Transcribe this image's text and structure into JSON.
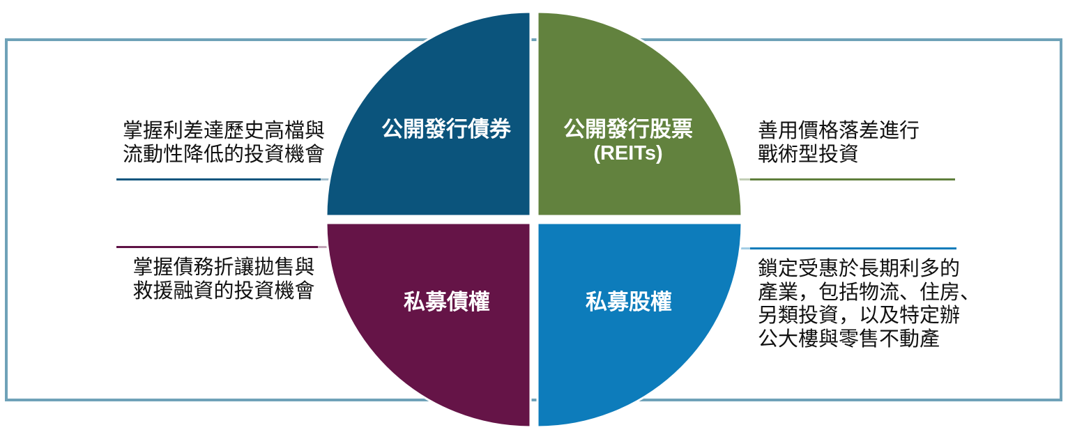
{
  "diagram": {
    "type": "four-quadrant-circle",
    "quadrants": [
      {
        "id": "public-bonds",
        "label": "公開發行債券",
        "color": "#0B547C"
      },
      {
        "id": "public-equity",
        "label": "公開發行股票",
        "sublabel": "(REITs)",
        "color": "#62823E"
      },
      {
        "id": "private-credit",
        "label": "私募債權",
        "color": "#651447"
      },
      {
        "id": "private-equity",
        "label": "私募股權",
        "color": "#0D7CBB"
      }
    ],
    "annotations": [
      {
        "position": "left-top",
        "lines": [
          "掌握利差達歷史高檔與",
          "流動性降低的投資機會"
        ]
      },
      {
        "position": "left-bottom",
        "lines": [
          "掌握債務折讓拋售與",
          "救援融資的投資機會"
        ]
      },
      {
        "position": "right-top",
        "lines": [
          "善用價格落差進行",
          "戰術型投資"
        ]
      },
      {
        "position": "right-bottom",
        "lines": [
          "鎖定受惠於長期利多的",
          "產業，包括物流、住房、",
          "另類投資，以及特定辦",
          "公大樓與零售不動產"
        ]
      }
    ],
    "colors": {
      "frame": "#6FA2B8",
      "rule_left_top": "#0E567E",
      "rule_left_bottom": "#5F1245",
      "rule_right_top": "#5F7F3C",
      "rule_right_bottom": "#0E7CBA",
      "text": "#111111",
      "label_text": "#FFFFFF",
      "background": "#FFFFFF"
    }
  }
}
